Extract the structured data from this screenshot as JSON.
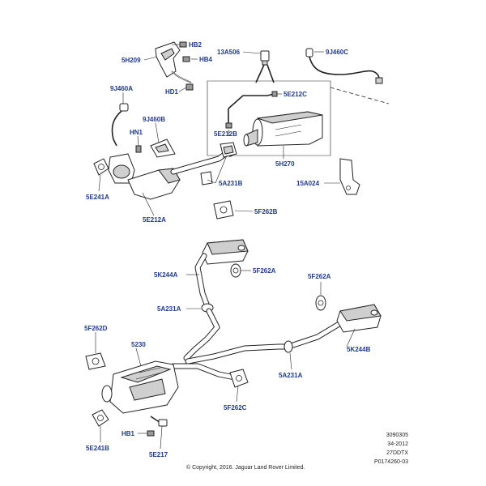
{
  "labels": {
    "hb2": "HB2",
    "hb4": "HB4",
    "l5h209": "5H209",
    "l13a506": "13A506",
    "l9j460c": "9J460C",
    "hd1": "HD1",
    "l9j460a": "9J460A",
    "l5e212c": "5E212C",
    "l9j460b": "9J460B",
    "hn1": "HN1",
    "l5e212b": "5E212B",
    "l5h270": "5H270",
    "l15a024": "15A024",
    "l5a231b": "5A231B",
    "l5e241a": "5E241A",
    "l5e212a": "5E212A",
    "l5f262b": "5F262B",
    "l5k244a": "5K244A",
    "l5f262a_top": "5F262A",
    "l5f262a_right": "5F262A",
    "l5a231a_left": "5A231A",
    "l5f262d": "5F262D",
    "l5230": "5230",
    "l5k244b": "5K244B",
    "l5a231a_right": "5A231A",
    "l5f262c": "5F262C",
    "hb1": "HB1",
    "l5e241b": "5E241B",
    "l5e217": "5E217"
  },
  "reference": {
    "line1": "3090305",
    "line2": "34-2012",
    "line3": "27DDTX",
    "line4": "P0174260-03"
  },
  "copyright": "© Copyright, 2016. Jaguar Land Rover Limited."
}
